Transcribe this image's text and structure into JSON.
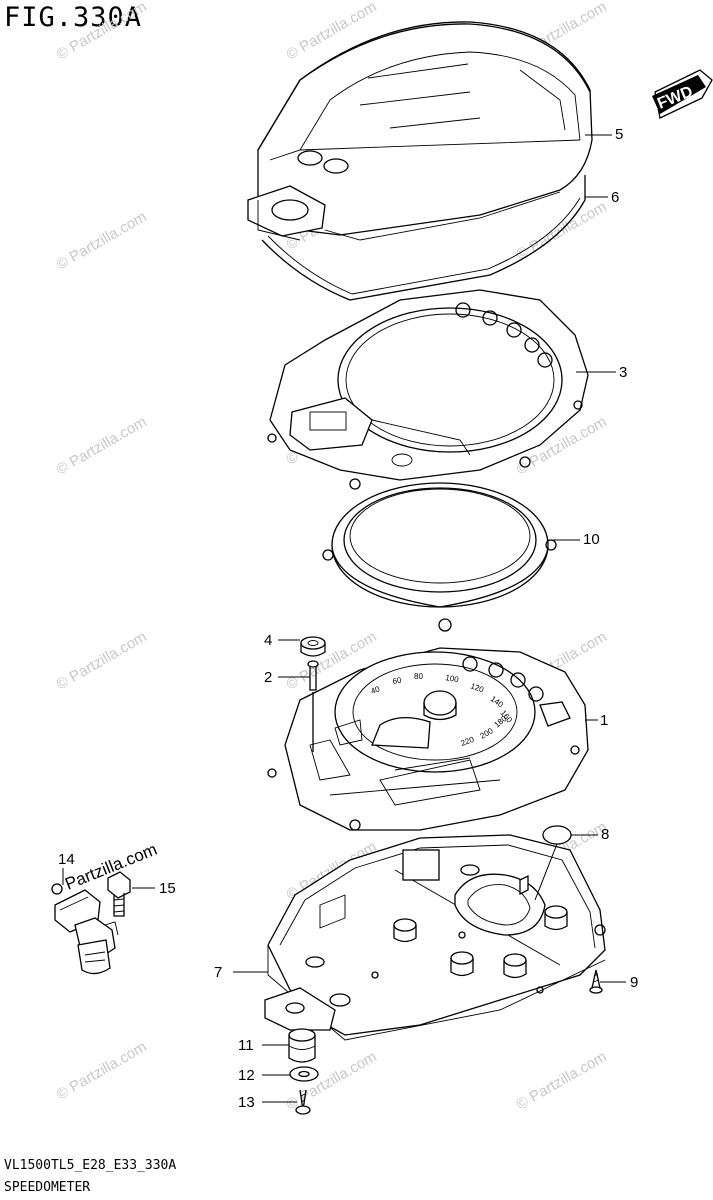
{
  "figure": {
    "title": "FIG.330A",
    "code": "VL1500TL5_E28_E33_330A",
    "section": "SPEEDOMETER"
  },
  "direction_badge": {
    "label": "FWD"
  },
  "watermark": {
    "text": "© Partzilla.com",
    "dark_text": "Partzilla.com"
  },
  "callouts": [
    {
      "id": "5",
      "label": "5"
    },
    {
      "id": "6",
      "label": "6"
    },
    {
      "id": "3",
      "label": "3"
    },
    {
      "id": "10",
      "label": "10"
    },
    {
      "id": "4",
      "label": "4"
    },
    {
      "id": "2",
      "label": "2"
    },
    {
      "id": "1",
      "label": "1"
    },
    {
      "id": "8",
      "label": "8"
    },
    {
      "id": "14",
      "label": "14"
    },
    {
      "id": "15",
      "label": "15"
    },
    {
      "id": "7",
      "label": "7"
    },
    {
      "id": "9",
      "label": "9"
    },
    {
      "id": "11",
      "label": "11"
    },
    {
      "id": "12",
      "label": "12"
    },
    {
      "id": "13",
      "label": "13"
    }
  ],
  "dial_numbers": [
    "40",
    "60",
    "80",
    "100",
    "120",
    "140",
    "160",
    "180",
    "200",
    "220"
  ]
}
